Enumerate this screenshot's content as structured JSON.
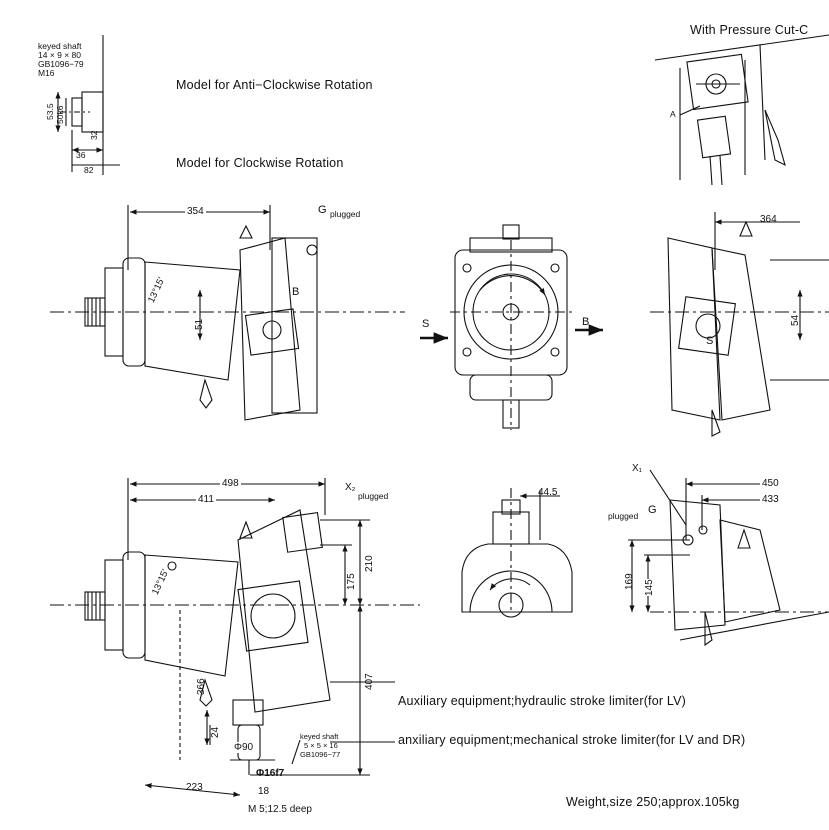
{
  "header": {
    "pressure_cut": "With Pressure Cut-C"
  },
  "shaft_detail": {
    "line1": "keyed shaft",
    "line2": "14 × 9 × 80",
    "line3": "GB1096−79",
    "line4": "M16",
    "dim_535": "53.5",
    "dim_50k6": "50k6",
    "dim_32": "32",
    "dim_36": "36",
    "dim_82": "82"
  },
  "captions": {
    "anticlockwise": "Model for Anti−Clockwise Rotation",
    "clockwise": "Model for Clockwise Rotation",
    "aux_hydraulic": "Auxiliary equipment;hydraulic stroke limiter(for LV)",
    "aux_mechanical": "anxiliary equipment;mechanical stroke limiter(for LV and DR)",
    "weight": "Weight,size 250;approx.105kg"
  },
  "view_top_left": {
    "dim_354": "354",
    "g_label": "G",
    "plugged": "plugged",
    "b_label": "B",
    "dim_51": "51",
    "angle": "13°15′"
  },
  "view_top_center": {
    "s_label": "S",
    "b_label": "B"
  },
  "view_top_right": {
    "dim_364": "364",
    "dim_54": "54",
    "s_label": "S",
    "a_label": "A"
  },
  "view_bottom_left": {
    "dim_498": "498",
    "dim_411": "411",
    "x2_label": "X₂",
    "plugged": "plugged",
    "dim_210": "210",
    "dim_175": "175",
    "dim_407": "407",
    "dim_366": "366",
    "dim_24": "24",
    "dim_phi90": "Φ90",
    "dim_223": "223",
    "dim_phi16": "Φ16f7",
    "dim_18": "18",
    "thread": "M 5;12.5 deep",
    "angle": "13°15′",
    "key_line1": "keyed shaft",
    "key_line2": "5 × 5 × 16",
    "key_line3": "GB1096−77"
  },
  "view_bottom_center": {
    "dim_445": "44.5"
  },
  "view_bottom_right": {
    "x1_label": "X₁",
    "g_label": "G",
    "plugged": "plugged",
    "dim_450": "450",
    "dim_433": "433",
    "dim_169": "169",
    "dim_145": "145"
  }
}
